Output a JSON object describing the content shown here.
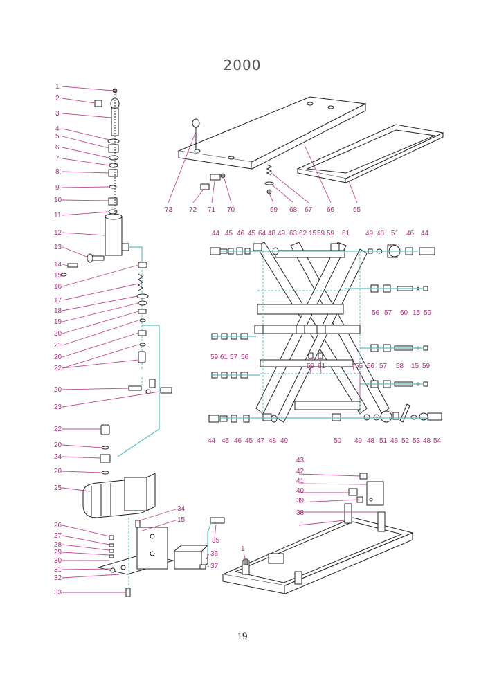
{
  "title": "2000",
  "page_number": "19",
  "colors": {
    "label": "#b0307c",
    "leader": "#c24a90",
    "hose": "#59c3c3",
    "line": "#222222"
  },
  "labels": {
    "pump_column": [
      "1",
      "2",
      "3",
      "4",
      "5",
      "6",
      "7",
      "8",
      "9",
      "10",
      "11",
      "12",
      "13",
      "14",
      "15",
      "16",
      "17",
      "18",
      "19",
      "20",
      "21",
      "20",
      "22",
      "20",
      "23",
      "22",
      "20",
      "24",
      "20",
      "25",
      "26",
      "27",
      "28",
      "29",
      "30",
      "31",
      "32",
      "33"
    ],
    "base_plate": [
      "34",
      "15",
      "35",
      "36",
      "37"
    ],
    "platform": [
      "73",
      "72",
      "71",
      "70",
      "69",
      "68",
      "67",
      "66",
      "65"
    ],
    "scissor_top": [
      "44",
      "45",
      "46",
      "45",
      "64",
      "48",
      "49",
      "63",
      "62",
      "15",
      "59",
      "59",
      "61",
      "49",
      "48",
      "51",
      "46",
      "44"
    ],
    "scissor_mid_right": [
      "56",
      "57",
      "60",
      "15",
      "59"
    ],
    "scissor_mid_left": [
      "59",
      "61",
      "57",
      "56"
    ],
    "scissor_mid_center": [
      "59",
      "61"
    ],
    "scissor_mid_right2": [
      "55",
      "56",
      "57",
      "58",
      "15",
      "59"
    ],
    "scissor_bottom": [
      "44",
      "45",
      "46",
      "45",
      "47",
      "48",
      "49",
      "50",
      "49",
      "48",
      "51",
      "46",
      "52",
      "53",
      "48",
      "54"
    ],
    "base_frame": [
      "43",
      "42",
      "41",
      "40",
      "39",
      "38",
      "1"
    ]
  }
}
